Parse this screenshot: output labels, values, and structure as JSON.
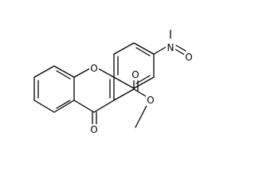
{
  "structure": {
    "atoms": {
      "ring_oxygen": "O",
      "nitro_nitrogen": "N",
      "nitro_oxygen": "O",
      "ketone_oxygen": "O",
      "ester_carbonyl_oxygen": "O",
      "ester_oxygen": "O"
    }
  }
}
